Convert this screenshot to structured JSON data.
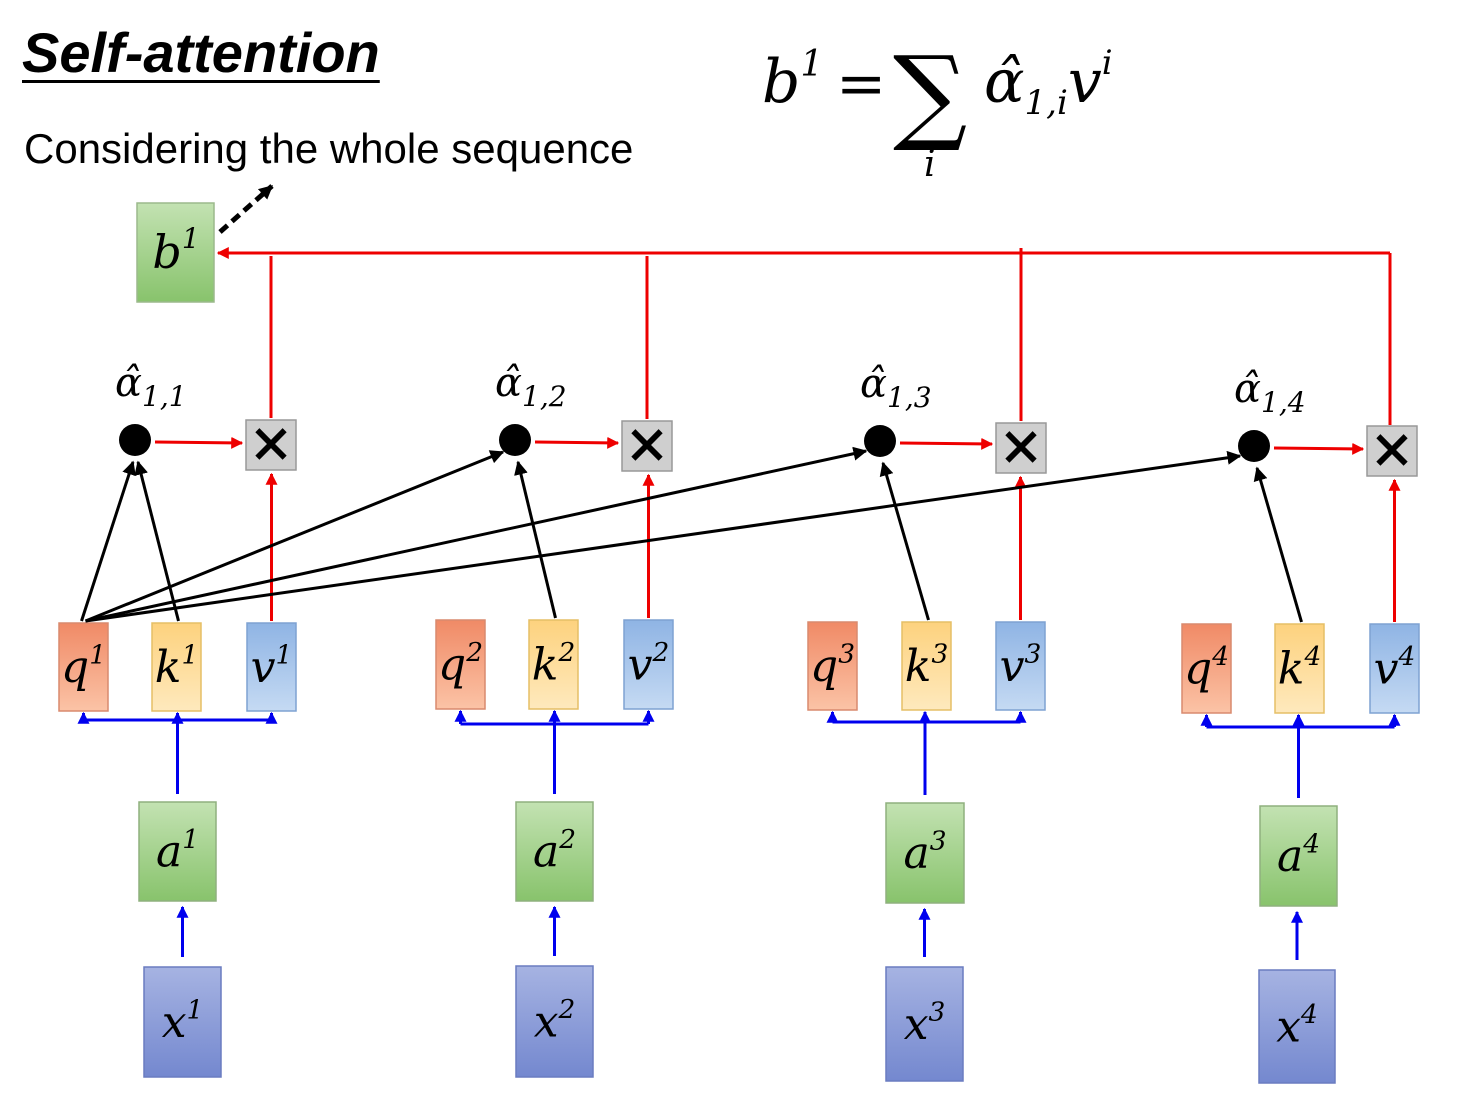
{
  "title": "Self-attention",
  "subtitle": "Considering the whole sequence",
  "formula": {
    "lhs": "b",
    "lhs_sup": "1",
    "equals": "=",
    "sum": "∑",
    "sum_index": "i",
    "term": "α̂",
    "term_sub": "1,i",
    "value": "v",
    "value_sup": "i"
  },
  "output": {
    "base": "b",
    "sup": "1"
  },
  "multiply_symbol": "×",
  "columns": [
    {
      "x": "x",
      "x_sup": "1",
      "a": "a",
      "a_sup": "1",
      "q": "q",
      "q_sup": "1",
      "k": "k",
      "k_sup": "1",
      "v": "v",
      "v_sup": "1",
      "alpha": "α̂",
      "alpha_sub": "1,1"
    },
    {
      "x": "x",
      "x_sup": "2",
      "a": "a",
      "a_sup": "2",
      "q": "q",
      "q_sup": "2",
      "k": "k",
      "k_sup": "2",
      "v": "v",
      "v_sup": "2",
      "alpha": "α̂",
      "alpha_sub": "1,2"
    },
    {
      "x": "x",
      "x_sup": "3",
      "a": "a",
      "a_sup": "3",
      "q": "q",
      "q_sup": "3",
      "k": "k",
      "k_sup": "3",
      "v": "v",
      "v_sup": "3",
      "alpha": "α̂",
      "alpha_sub": "1,3"
    },
    {
      "x": "x",
      "x_sup": "4",
      "a": "a",
      "a_sup": "4",
      "q": "q",
      "q_sup": "4",
      "k": "k",
      "k_sup": "4",
      "v": "v",
      "v_sup": "4",
      "alpha": "α̂",
      "alpha_sub": "1,4"
    }
  ],
  "colors": {
    "query_fill": "#f4a582",
    "key_fill": "#fdd68a",
    "value_fill": "#a9c6ea",
    "embed_fill": "#9fcf8a",
    "input_fill": "#8fa0d8",
    "blue_arrow": "#0000ee",
    "red_arrow": "#ee0000",
    "black_arrow": "#000000",
    "multiply_fill": "#cfcfcf"
  }
}
